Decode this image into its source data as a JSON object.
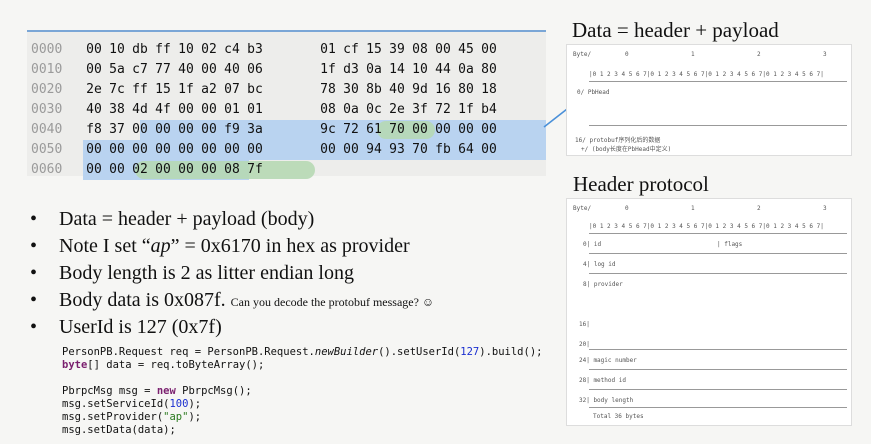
{
  "hexdump": {
    "rows": [
      {
        "offset": "0000",
        "bytes": [
          "00",
          "10",
          "db",
          "ff",
          "10",
          "02",
          "c4",
          "b3",
          "01",
          "cf",
          "15",
          "39",
          "08",
          "00",
          "45",
          "00"
        ]
      },
      {
        "offset": "0010",
        "bytes": [
          "00",
          "5a",
          "c7",
          "77",
          "40",
          "00",
          "40",
          "06",
          "1f",
          "d3",
          "0a",
          "14",
          "10",
          "44",
          "0a",
          "80"
        ]
      },
      {
        "offset": "0020",
        "bytes": [
          "2e",
          "7c",
          "ff",
          "15",
          "1f",
          "a2",
          "07",
          "bc",
          "78",
          "30",
          "8b",
          "40",
          "9d",
          "16",
          "80",
          "18"
        ]
      },
      {
        "offset": "0030",
        "bytes": [
          "40",
          "38",
          "4d",
          "4f",
          "00",
          "00",
          "01",
          "01",
          "08",
          "0a",
          "0c",
          "2e",
          "3f",
          "72",
          "1f",
          "b4"
        ]
      },
      {
        "offset": "0040",
        "bytes": [
          "f8",
          "37",
          "00",
          "00",
          "00",
          "00",
          "f9",
          "3a",
          "9c",
          "72",
          "61",
          "70",
          "00",
          "00",
          "00",
          "00"
        ]
      },
      {
        "offset": "0050",
        "bytes": [
          "00",
          "00",
          "00",
          "00",
          "00",
          "00",
          "00",
          "00",
          "00",
          "00",
          "94",
          "93",
          "70",
          "fb",
          "64",
          "00"
        ]
      },
      {
        "offset": "0060",
        "bytes": [
          "00",
          "00",
          "02",
          "00",
          "00",
          "00",
          "08",
          "7f"
        ]
      }
    ]
  },
  "right": {
    "title1": "Data = header + payload",
    "title2": "Header protocol"
  },
  "diagram1": {
    "bytes_label": "Byte/",
    "cols": [
      "0",
      "1",
      "2",
      "3"
    ],
    "bits": "|0 1 2 3 4 5 6 7|0 1 2 3 4 5 6 7|0 1 2 3 4 5 6 7|0 1 2 3 4 5 6 7|",
    "row1": "0/  PbHead",
    "row2": "16/  protobuf序列化后的数据",
    "row3": "+/  (body长度在PbHead中定义)"
  },
  "diagram2": {
    "bytes_label": "Byte/",
    "cols": [
      "0",
      "1",
      "2",
      "3"
    ],
    "bits": "|0 1 2 3 4 5 6 7|0 1 2 3 4 5 6 7|0 1 2 3 4 5 6 7|0 1 2 3 4 5 6 7|",
    "f_id": "0|  id",
    "f_flags": "| flags",
    "f_logid": "4|  log id",
    "f_provider": "8|  provider",
    "f_16": "16|",
    "f_20": "20|",
    "f_magic": "24|  magic number",
    "f_method": "28|  method id",
    "f_body": "32|  body length",
    "total": "Total 36 bytes"
  },
  "bullets": [
    {
      "text": "Data = header + payload (body)"
    },
    {
      "pre": "Note I set “",
      "em": "ap",
      "post": "” = 0x6170 in hex as provider"
    },
    {
      "text": "Body length is 2 as litter endian long"
    },
    {
      "text": "Body data is 0x087f.",
      "small": "Can you decode the protobuf message? ☺"
    },
    {
      "text": "UserId is 127 (0x7f)"
    }
  ],
  "bullet_glyph": "•",
  "code": {
    "l1a": "PersonPB.Request req = PersonPB.Request.",
    "l1b": "newBuilder",
    "l1c": "().setUserId(",
    "l1d": "127",
    "l1e": ").build();",
    "l2a": "byte",
    "l2b": "[] data = req.toByteArray();",
    "l3a": "PbrpcMsg msg = ",
    "l3b": "new",
    "l3c": " PbrpcMsg();",
    "l4a": "msg.setServiceId(",
    "l4b": "100",
    "l4c": ");",
    "l5a": "msg.setProvider(",
    "l5b": "\"ap\"",
    "l5c": ");",
    "l6": "msg.setData(data);"
  }
}
